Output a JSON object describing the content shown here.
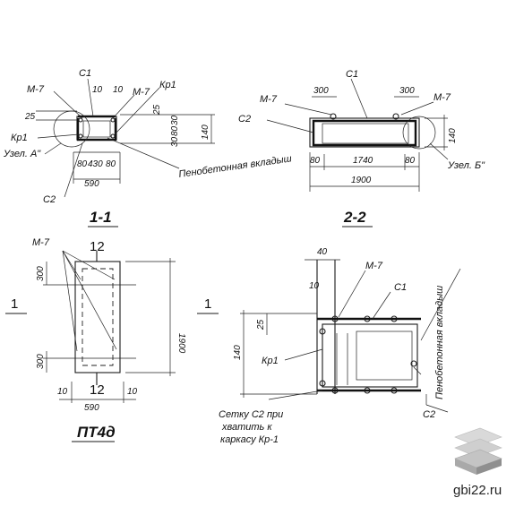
{
  "section_1_1": {
    "title": "1-1",
    "labels": {
      "c1": "C1",
      "m7_left": "M-7",
      "m7_right": "M-7",
      "kp1_right": "Кр1",
      "kp1_left": "Кр1",
      "node_a": "Узел. А\"",
      "c2": "C2",
      "insert": "Пенобетонная вкладыш"
    },
    "dims": {
      "d25": "25",
      "d10a": "10",
      "d10b": "10",
      "d25r": "25",
      "d30a": "30",
      "d80a": "80",
      "d30b": "30",
      "d140": "140",
      "d80b": "80",
      "d430": "430",
      "d80c": "80",
      "d590": "590"
    }
  },
  "section_2_2": {
    "title": "2-2",
    "labels": {
      "c1": "C1",
      "m7_left": "M-7",
      "m7_right": "M-7",
      "c2": "C2",
      "node_b": "Узел. Б\""
    },
    "dims": {
      "d300a": "300",
      "d300b": "300",
      "d80a": "80",
      "d1740": "1740",
      "d80b": "80",
      "d1900": "1900",
      "d140": "140"
    }
  },
  "plan": {
    "title": "ПТ4д",
    "labels": {
      "m7": "M-7",
      "mark_top": "12",
      "mark_bottom": "12",
      "cut1": "1"
    },
    "dims": {
      "d300a": "300",
      "d300b": "300",
      "d1900": "1900",
      "d10a": "10",
      "d590": "590",
      "d10b": "10"
    }
  },
  "detail": {
    "labels": {
      "d40": "40",
      "m7": "M-7",
      "d10": "10",
      "c1": "C1",
      "d25": "25",
      "d140": "140",
      "kp1": "Кр1",
      "cut1": "1",
      "note1": "Сетку С2 при",
      "note2": "хватить к",
      "note3": "каркасу Кр-1",
      "c2": "C2",
      "insert": "Пенобетонная вкладыш"
    }
  },
  "watermark": {
    "site": "gbi22.ru"
  }
}
